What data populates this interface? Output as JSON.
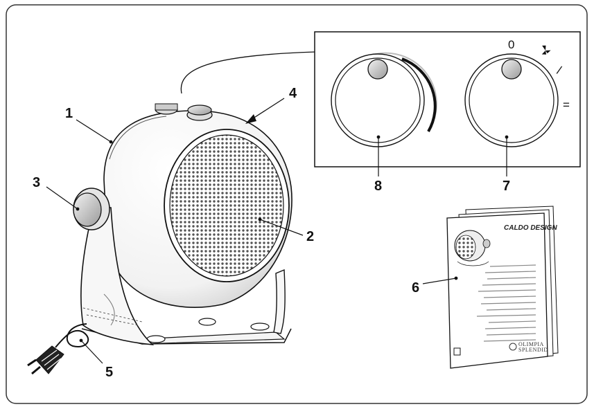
{
  "callouts": {
    "n1": "1",
    "n2": "2",
    "n3": "3",
    "n4": "4",
    "n5": "5",
    "n6": "6",
    "n7": "7",
    "n8": "8"
  },
  "knob_selector": {
    "off": "0",
    "low": "/",
    "high": "="
  },
  "booklet": {
    "title": "CALDO DESIGN",
    "brand_line1": "OLIMPIA",
    "brand_line2": "SPLENDID"
  },
  "icons": {
    "fan": "fan-icon",
    "plug": "plug-icon"
  },
  "colors": {
    "line": "#111111",
    "frame": "#333333",
    "grille": "#555555"
  }
}
